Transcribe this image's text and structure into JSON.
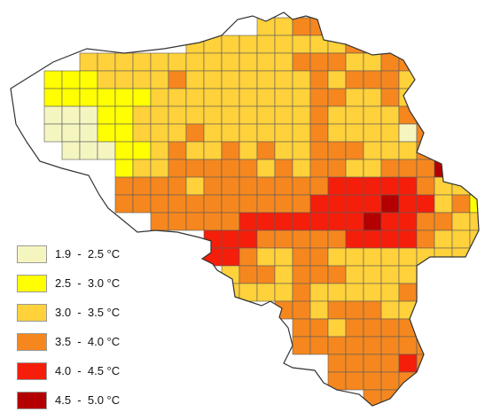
{
  "map": {
    "colors": {
      "c1": "#F5F5C0",
      "c2": "#FFFF00",
      "c3": "#FFD13A",
      "c4": "#F5871E",
      "c5": "#F51E0A",
      "c6": "#B40000",
      "grid": "#5A5A5A",
      "border": "#333333"
    }
  },
  "legend": {
    "items": [
      {
        "label": "1.9  -  2.5 °C",
        "color": "#F5F5C0"
      },
      {
        "label": "2.5  -  3.0 °C",
        "color": "#FFFF00"
      },
      {
        "label": "3.0  -  3.5 °C",
        "color": "#FFD13A"
      },
      {
        "label": "3.5  -  4.0 °C",
        "color": "#F5871E"
      },
      {
        "label": "4.0  -  4.5 °C",
        "color": "#F51E0A"
      },
      {
        "label": "4.5  -  5.0 °C",
        "color": "#B40000"
      }
    ]
  }
}
